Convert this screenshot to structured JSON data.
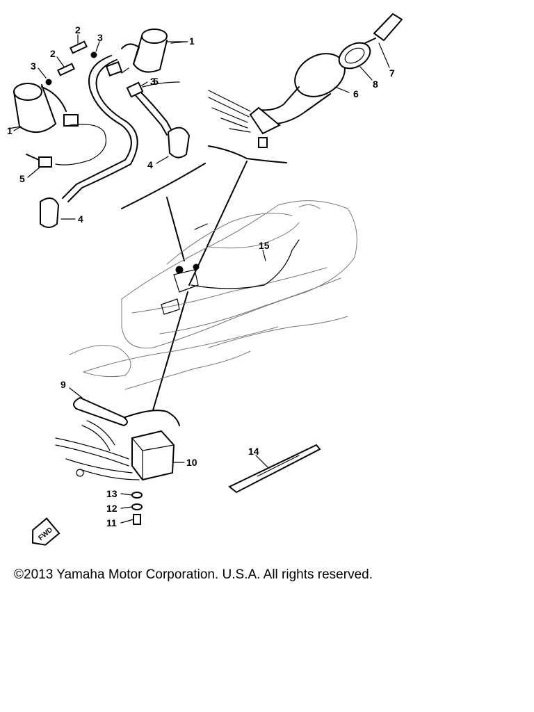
{
  "diagram": {
    "callouts": [
      "1",
      "1",
      "2",
      "2",
      "3",
      "3",
      "3",
      "4",
      "4",
      "5",
      "5",
      "6",
      "7",
      "8",
      "9",
      "10",
      "11",
      "12",
      "13",
      "14",
      "15"
    ],
    "front_marker": "FWD"
  },
  "footer": {
    "copyright": "©2013 Yamaha Motor Corporation. U.S.A. All rights reserved."
  }
}
